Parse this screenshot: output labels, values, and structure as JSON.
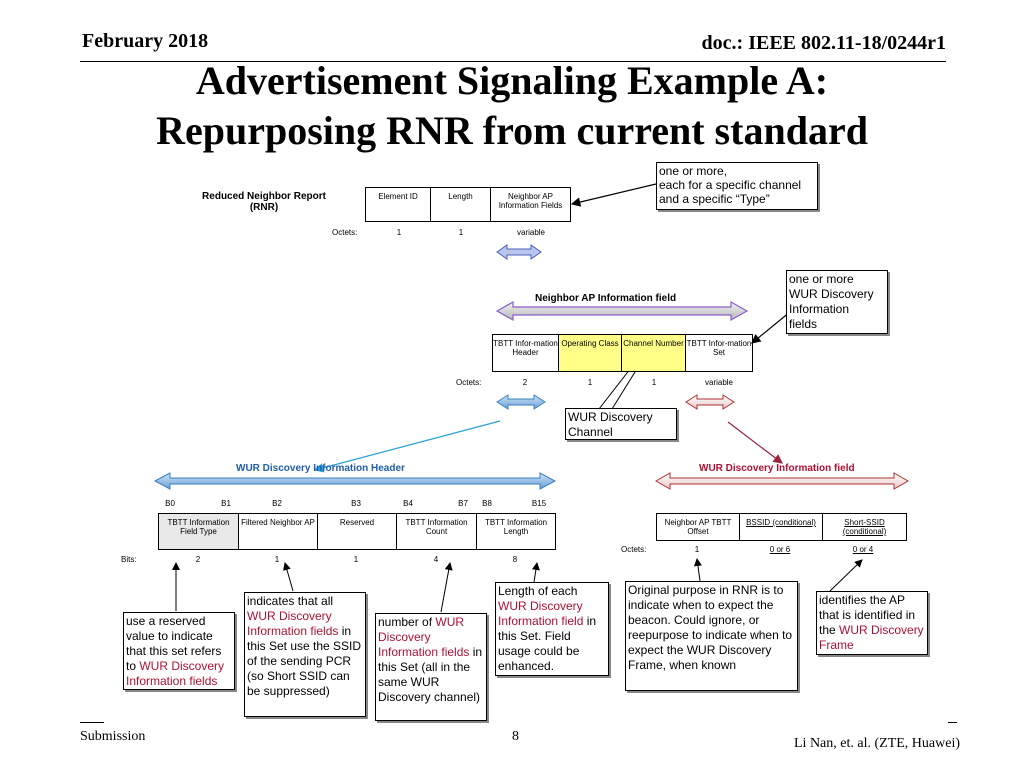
{
  "header": {
    "date": "February 2018",
    "doc": "doc.: IEEE 802.11-18/0244r1"
  },
  "title": {
    "line1": "Advertisement Signaling Example A:",
    "line2": "Repurposing RNR from current standard"
  },
  "rnr": {
    "label_line1": "Reduced Neighbor Report",
    "label_line2": "(RNR)",
    "cells": [
      "Element ID",
      "Length",
      "Neighbor AP Information Fields"
    ],
    "octets_label": "Octets:",
    "octets": [
      "1",
      "1",
      "variable"
    ]
  },
  "neighbor_ap": {
    "label": "Neighbor AP Information field",
    "cells": [
      "TBTT Infor-mation Header",
      "Operating Class",
      "Channel Number",
      "TBTT Infor-mation Set"
    ],
    "octets_label": "Octets:",
    "octets": [
      "2",
      "1",
      "1",
      "variable"
    ]
  },
  "wur_header": {
    "label": "WUR Discovery Information Header",
    "bit_labels": [
      "B0",
      "B1",
      "B2",
      "B3",
      "B4",
      "B7",
      "B8",
      "B15"
    ],
    "cells": [
      "TBTT Information Field Type",
      "Filtered Neighbor AP",
      "Reserved",
      "TBTT Information Count",
      "TBTT Information Length"
    ],
    "bits_label": "Bits:",
    "bits": [
      "2",
      "1",
      "1",
      "4",
      "8"
    ]
  },
  "wur_field": {
    "label": "WUR Discovery Information field",
    "cells": [
      "Neighbor AP TBTT Offset",
      "BSSID (conditional)",
      "Short-SSID (conditional)"
    ],
    "octets_label": "Octets:",
    "octets": [
      "1",
      "0 or 6",
      "0 or 4"
    ]
  },
  "callouts": {
    "one_or_more_channel": [
      "one or more,",
      "each for a specific channel",
      "and a specific “Type”"
    ],
    "one_or_more_wur": [
      "one or more",
      "WUR Discovery",
      "Information",
      "fields"
    ],
    "wur_channel": [
      "WUR Discovery",
      "Channel"
    ],
    "reserved_value": {
      "pre": "use a reserved value to indicate that this set refers to ",
      "red": "WUR Discovery Information fields",
      "post": ""
    },
    "indicates_all": {
      "pre": "indicates that all ",
      "red": "WUR Discovery Information fields",
      "post": " in this Set use the SSID of the sending PCR (so Short SSID can be suppressed)"
    },
    "number_of": {
      "pre": "number of ",
      "red": "WUR Discovery Information fields",
      "post": " in this Set (all in the same WUR Discovery channel)"
    },
    "length_each": {
      "pre": "Length of each ",
      "red": "WUR Discovery Information field",
      "post": " in this Set. Field usage could be enhanced."
    },
    "original_purpose": "Original purpose in RNR is to indicate when to expect the beacon. Could ignore, or reepurpose to indicate when to expect the WUR Discovery Frame, when known",
    "identifies_ap": {
      "pre": "identifies the AP that is identified in the ",
      "red": "WUR Discovery Frame",
      "post": ""
    }
  },
  "footer": {
    "submission": "Submission",
    "page": "8",
    "author": "Li Nan, et. al. (ZTE, Huawei)"
  },
  "colors": {
    "blue_arrow": "#4a8fd0",
    "red_arrow": "#b03030",
    "yellow": "#ffff88"
  }
}
